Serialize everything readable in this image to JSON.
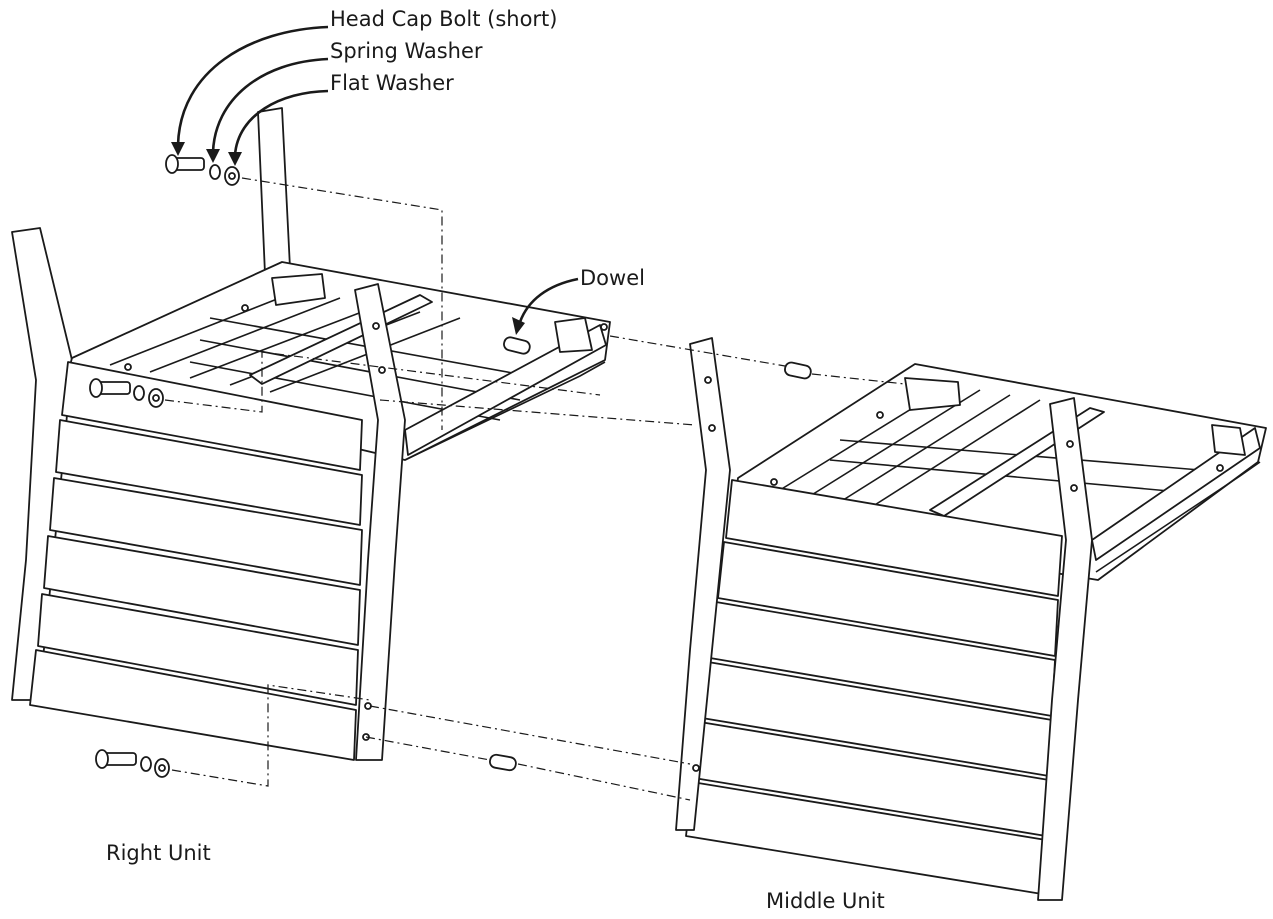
{
  "labels": {
    "head_cap_bolt": "Head Cap Bolt (short)",
    "spring_washer": "Spring Washer",
    "flat_washer": "Flat Washer",
    "dowel": "Dowel",
    "right_unit": "Right Unit",
    "middle_unit": "Middle Unit"
  },
  "colors": {
    "line": "#1a1a1a",
    "background": "#ffffff"
  }
}
